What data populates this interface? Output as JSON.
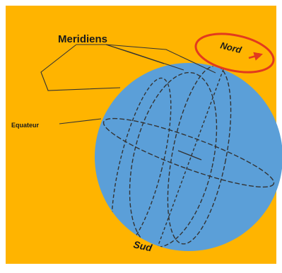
{
  "labels": {
    "meridians": "Meridiens",
    "north": "Nord",
    "equator": "Equateur",
    "south": "Sud"
  },
  "colors": {
    "background": "#ffb400",
    "globe": "#5b9fd8",
    "lines": "#333333",
    "north_ring": "#e23a1e",
    "label": "#1a1a1a"
  }
}
